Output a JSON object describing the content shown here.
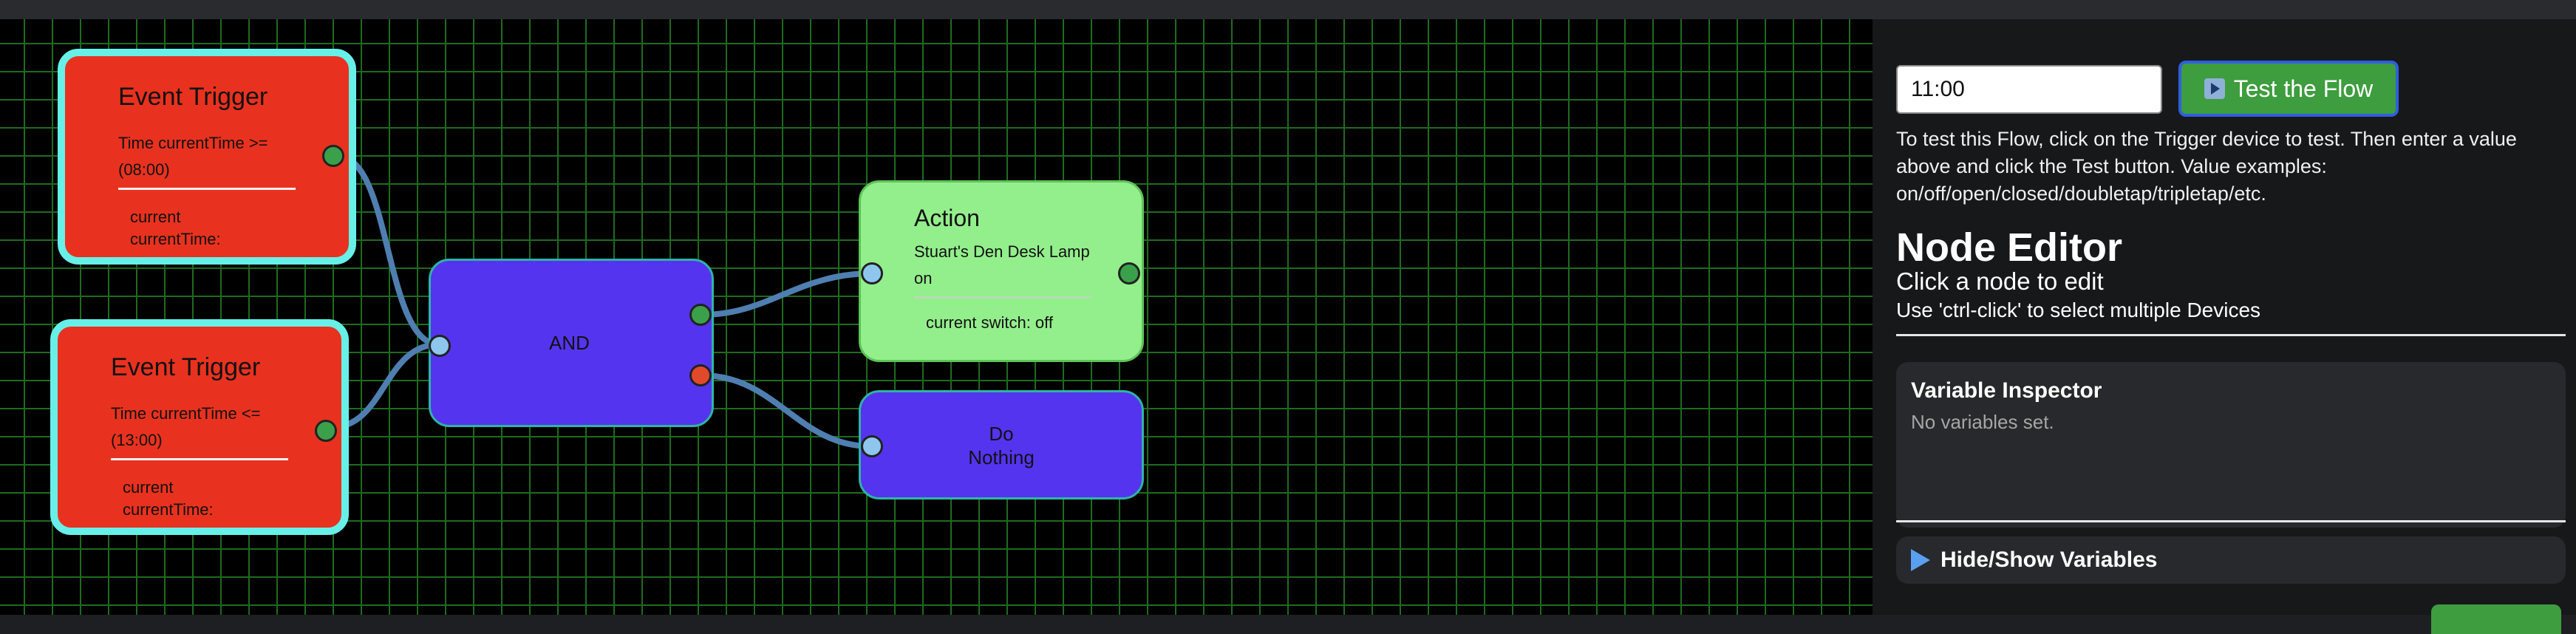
{
  "flow": {
    "trigger1": {
      "title": "Event Trigger",
      "line1": "Time currentTime >=",
      "line2": "(08:00)",
      "var1": "current",
      "var2": "currentTime:"
    },
    "trigger2": {
      "title": "Event Trigger",
      "line1": "Time currentTime <=",
      "line2": "(13:00)",
      "var1": "current",
      "var2": "currentTime:"
    },
    "and_node": {
      "label": "AND"
    },
    "action": {
      "title": "Action",
      "line1": "Stuart's Den Desk Lamp",
      "line2": "on",
      "state": "current switch: off"
    },
    "do_nothing": {
      "line1": "Do",
      "line2": "Nothing"
    }
  },
  "panel": {
    "test_value": "11:00",
    "test_button_label": "Test the Flow",
    "help_text": "To test this Flow, click on the Trigger device to test. Then enter a value above and click the Test button. Value examples: on/off/open/closed/doubletap/tripletap/etc.",
    "node_editor_title": "Node Editor",
    "node_editor_subtitle": "Click a node to edit",
    "node_editor_hint": "Use 'ctrl-click' to select multiple Devices",
    "variable_inspector_title": "Variable Inspector",
    "variable_inspector_empty": "No variables set.",
    "hide_show_label": "Hide/Show Variables"
  },
  "colors": {
    "trigger": "#e8321f",
    "trigger_border": "#67f0e8",
    "logic": "#5534ef",
    "action": "#93ef8c",
    "grid": "#1f6b1f",
    "button": "#3e9d3e"
  },
  "icons": [
    "play-icon",
    "triangle-right-icon"
  ]
}
